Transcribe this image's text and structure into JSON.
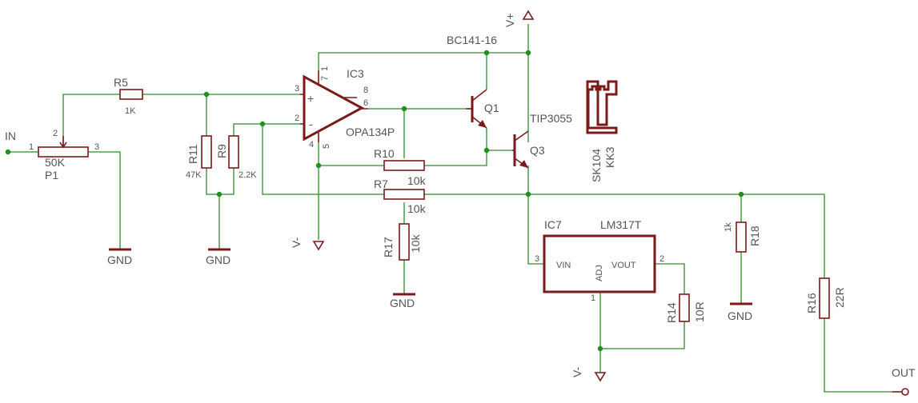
{
  "labels": {
    "in": "IN",
    "out": "OUT",
    "vplus": "V+",
    "vminus": "V-",
    "gnd": "GND",
    "pin1": "1",
    "pin2": "2",
    "pin3": "3",
    "pin4": "4",
    "pin5": "5",
    "pin6": "6",
    "pin7": "7",
    "pin8": "8",
    "plus": "+",
    "minus": "-"
  },
  "components": {
    "p1": {
      "ref": "P1",
      "value": "50K"
    },
    "r5": {
      "ref": "R5",
      "value": "1K"
    },
    "r11": {
      "ref": "R11",
      "value": "47K"
    },
    "r9": {
      "ref": "R9",
      "value": "2.2K"
    },
    "ic3": {
      "ref": "IC3",
      "value": "OPA134P"
    },
    "r10": {
      "ref": "R10",
      "value": "10k"
    },
    "r7": {
      "ref": "R7",
      "value": "10k"
    },
    "r17": {
      "ref": "R17",
      "value": "10k"
    },
    "q1": {
      "ref": "Q1",
      "value": "BC141-16"
    },
    "q3": {
      "ref": "Q3",
      "value": "TIP3055"
    },
    "heatsink": {
      "ref": "KK3",
      "value": "SK104"
    },
    "ic7": {
      "ref": "IC7",
      "value": "LM317T",
      "vin": "VIN",
      "adj": "ADJ",
      "vout": "VOUT"
    },
    "r14": {
      "ref": "R14",
      "value": "10R"
    },
    "r18": {
      "ref": "R18",
      "value": "1k"
    },
    "r16": {
      "ref": "R16",
      "value": "22R"
    }
  }
}
